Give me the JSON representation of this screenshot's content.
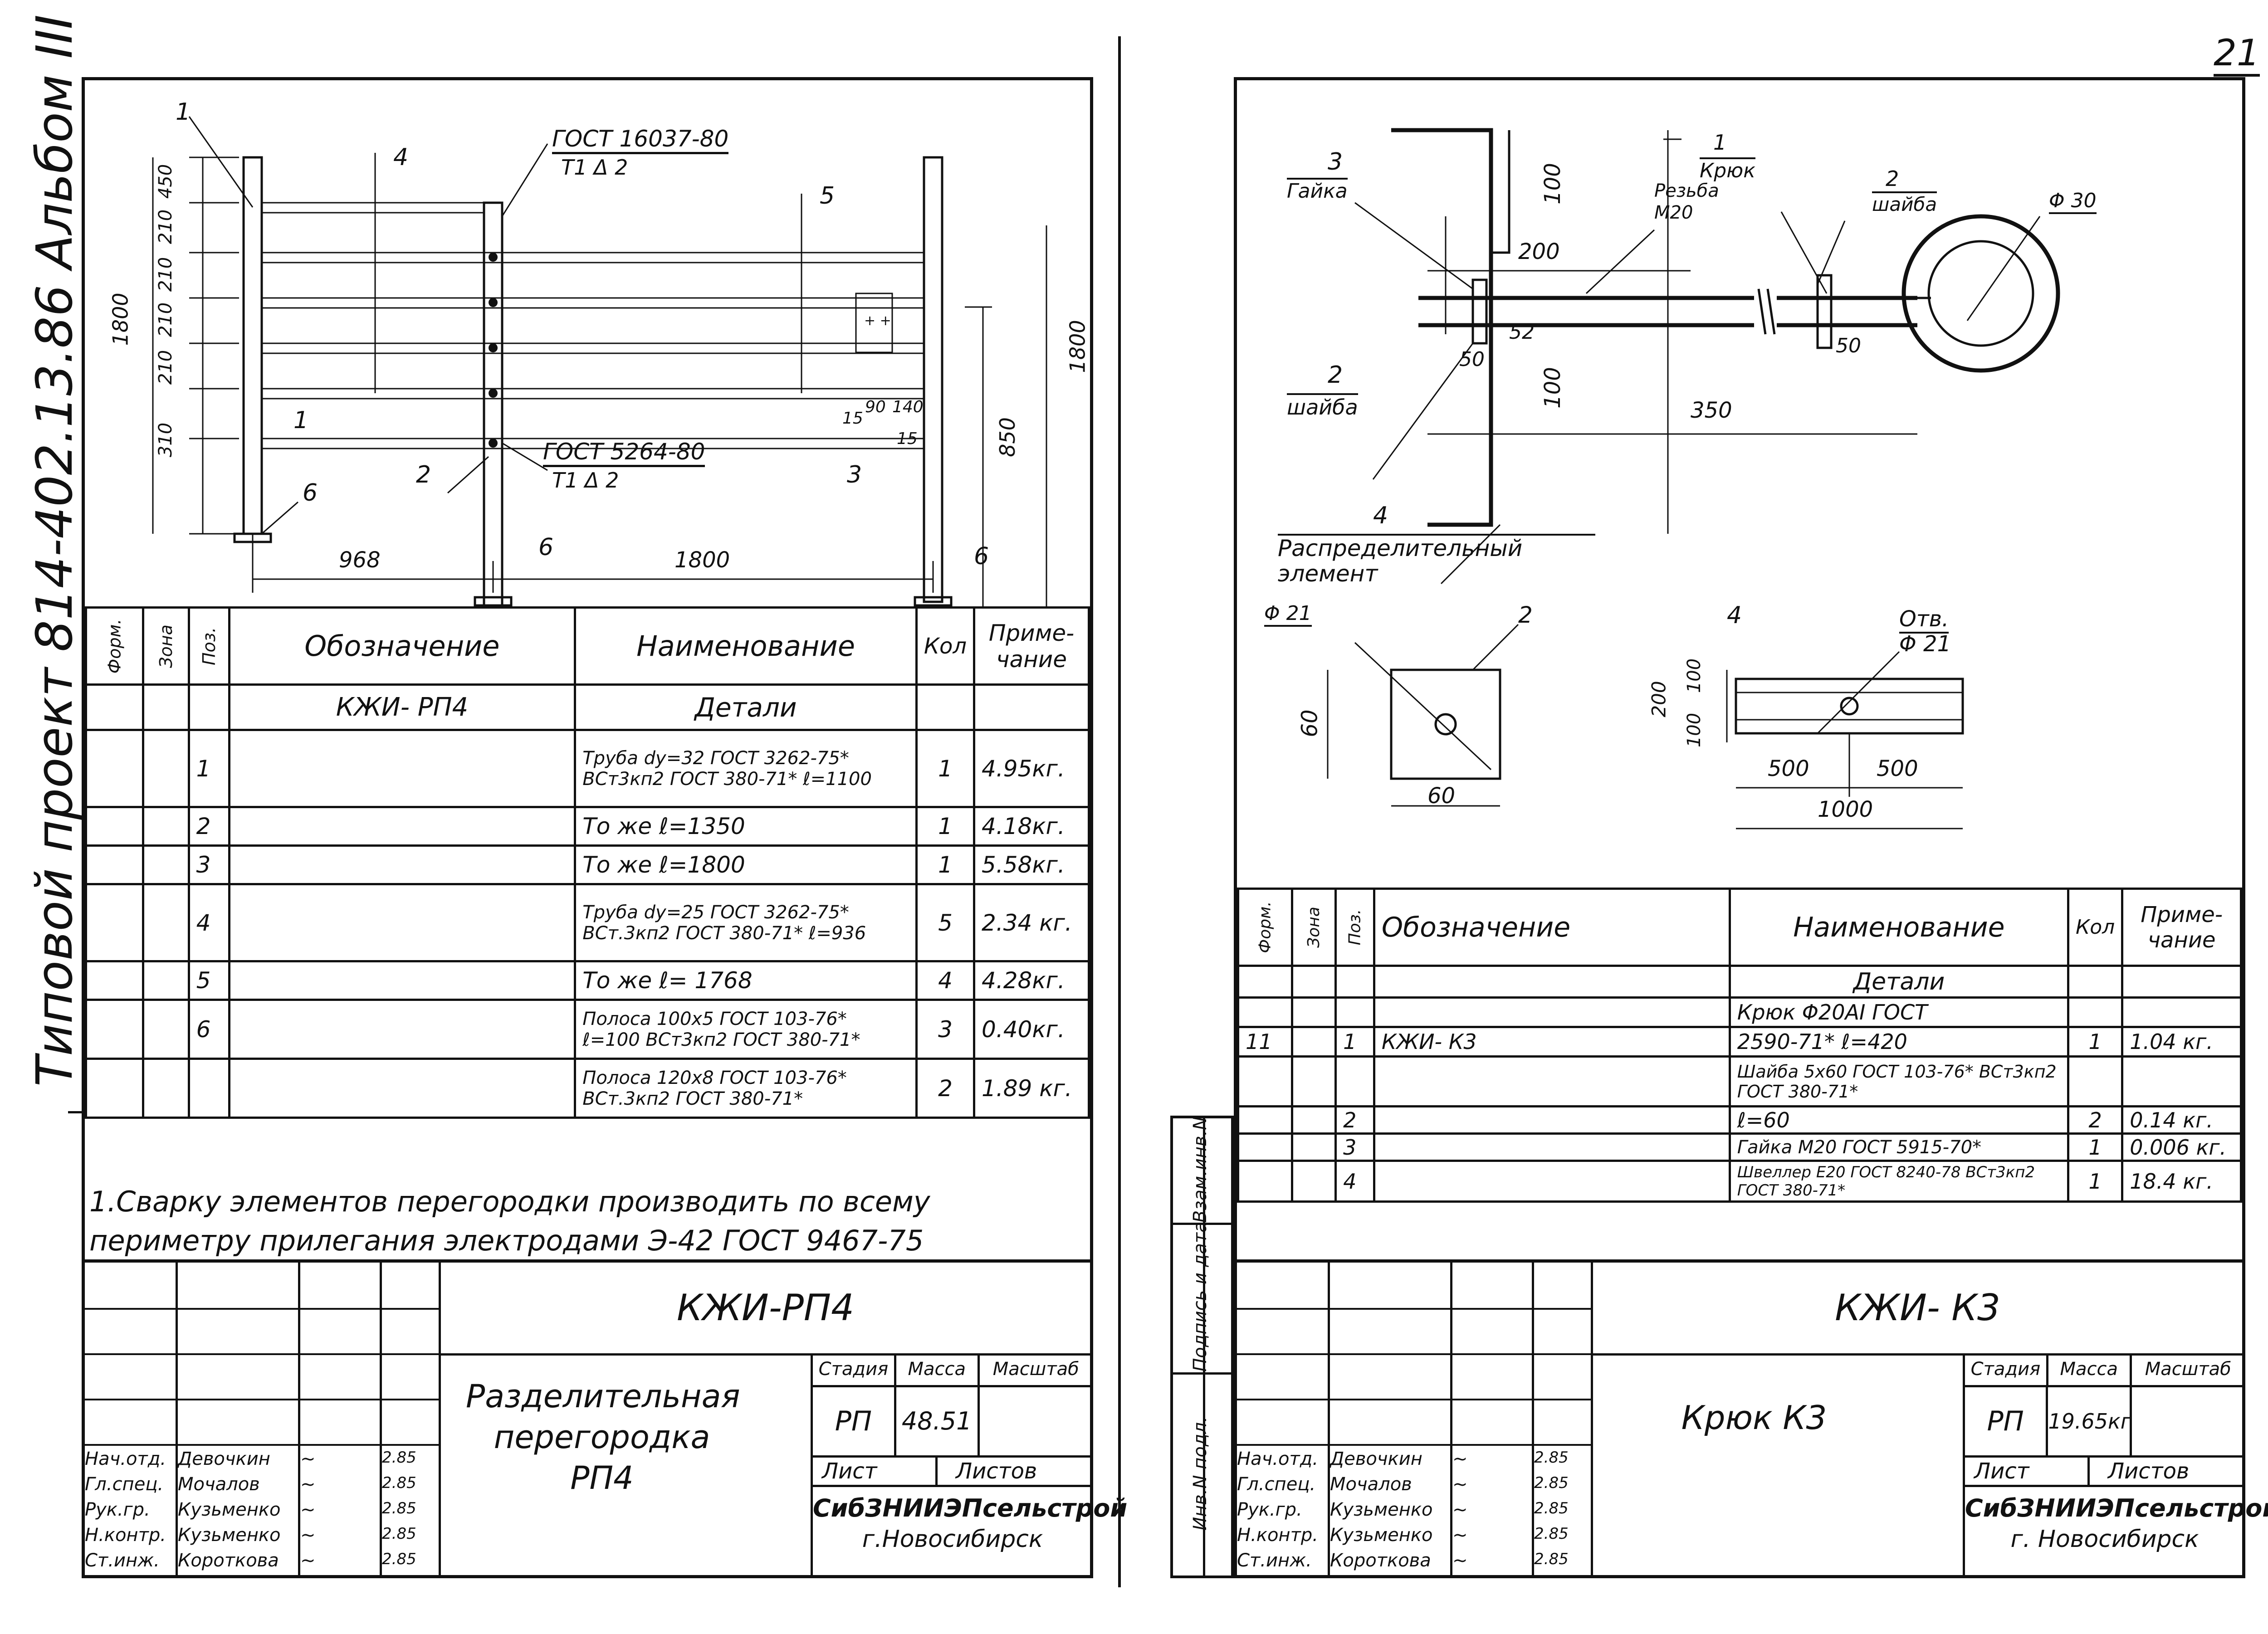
{
  "page_number": "21",
  "left_margin_note": "Типовой проект 814-402.13.86 Альбом III",
  "left_sheet": {
    "drawing": {
      "gost_top": "ГОСТ 16037-80",
      "weld_top": "Т1 Δ 2",
      "gost_bottom": "ГОСТ 5264-80",
      "weld_bottom": "Т1 Δ 2",
      "pos_labels": [
        "1",
        "4",
        "5",
        "1",
        "2",
        "6",
        "6",
        "3",
        "6"
      ],
      "dims_vertical": [
        "450",
        "210",
        "210",
        "210",
        "210",
        "310",
        "1800",
        "1800",
        "850"
      ],
      "dims_small": [
        "15",
        "90",
        "140",
        "15"
      ],
      "dims_horizontal": [
        "968",
        "1800"
      ]
    },
    "spec_table": {
      "headers": {
        "form": "Форм.",
        "zone": "Зона",
        "pos": "Поз.",
        "designation": "Обозначение",
        "name": "Наименование",
        "qty": "Кол",
        "note": "Приме-чание"
      },
      "designation_main": "КЖИ- РП4",
      "section": "Детали",
      "rows": [
        {
          "pos": "1",
          "name": "Труба dy=32 ГОСТ 3262-75* ВСт3кп2 ГОСТ 380-71* ℓ=1100",
          "qty": "1",
          "note": "4.95кг."
        },
        {
          "pos": "2",
          "name": "То же   ℓ=1350",
          "qty": "1",
          "note": "4.18кг."
        },
        {
          "pos": "3",
          "name": "То же   ℓ=1800",
          "qty": "1",
          "note": "5.58кг."
        },
        {
          "pos": "4",
          "name": "Труба dy=25 ГОСТ 3262-75* ВСт.3кп2 ГОСТ 380-71* ℓ=936",
          "qty": "5",
          "note": "2.34 кг."
        },
        {
          "pos": "5",
          "name": "То же    ℓ= 1768",
          "qty": "4",
          "note": "4.28кг."
        },
        {
          "pos": "6",
          "name": "Полоса 100x5 ГОСТ 103-76* ℓ=100 ВСт3кп2 ГОСТ 380-71*",
          "qty": "3",
          "note": "0.40кг."
        },
        {
          "pos": "",
          "name": "Полоса 120x8 ГОСТ 103-76* ВСт.3кп2 ГОСТ 380-71*",
          "qty": "2",
          "note": "1.89 кг."
        }
      ]
    },
    "note_text": "1.Сварку элементов перегородки производить по всему периметру прилегания электродами Э-42 ГОСТ 9467-75",
    "title_block": {
      "code": "КЖИ-РП4",
      "title": "Разделительная перегородка РП4",
      "stage_label": "Стадия",
      "mass_label": "Масса",
      "scale_label": "Масштаб",
      "stage": "РП",
      "mass": "48.51",
      "sheet_label": "Лист",
      "sheets_label": "Листов",
      "org": "СибЗНИИЭПсельстрой",
      "city": "г.Новосибирск",
      "signers": [
        {
          "role": "Нач.отд.",
          "name": "Девочкин",
          "date": "2.85"
        },
        {
          "role": "Гл.спец.",
          "name": "Мочалов",
          "date": "2.85"
        },
        {
          "role": "Рук.гр.",
          "name": "Кузьменко",
          "date": "2.85"
        },
        {
          "role": "Н.контр.",
          "name": "Кузьменко",
          "date": "2.85"
        },
        {
          "role": "Ст.инж.",
          "name": "Короткова",
          "date": "2.85"
        }
      ]
    }
  },
  "right_sheet": {
    "drawing": {
      "labels": {
        "nut_pos": "3",
        "nut_name": "Гайка",
        "hook_pos": "1",
        "hook_name": "Крюк",
        "thread": "Резьба М20",
        "washer_pos_top": "2",
        "washer_name_top": "шайба",
        "dia_hook": "Φ 30",
        "washer_pos_bottom": "2",
        "washer_name_bottom": "шайба",
        "element_pos": "4",
        "element_name": "Распределительный элемент"
      },
      "dims": [
        "100",
        "200",
        "52",
        "50",
        "50",
        "100",
        "350"
      ],
      "plate": {
        "dia": "Φ 21",
        "pos": "2",
        "h": "60",
        "w": "60"
      },
      "channel": {
        "pos": "4",
        "hole_label": "Отв.",
        "hole_dia": "Φ 21",
        "h_total": "200",
        "h_top": "100",
        "h_bottom": "100",
        "w1": "500",
        "w2": "500",
        "w_total": "1000"
      }
    },
    "spec_table": {
      "headers": {
        "form": "Форм.",
        "zone": "Зона",
        "pos": "Поз.",
        "designation": "Обозначение",
        "name": "Наименование",
        "qty": "Кол",
        "note": "Приме-чание"
      },
      "section": "Детали",
      "rows": [
        {
          "form": "",
          "pos": "",
          "designation": "",
          "name": "Крюк Φ20АI ГОСТ",
          "qty": "",
          "note": ""
        },
        {
          "form": "11",
          "pos": "1",
          "designation": "КЖИ- К3",
          "name": "2590-71*  ℓ=420",
          "qty": "1",
          "note": "1.04 кг."
        },
        {
          "form": "",
          "pos": "",
          "designation": "",
          "name": "Шайба 5x60 ГОСТ 103-76* ВСт3кп2 ГОСТ 380-71*",
          "qty": "",
          "note": ""
        },
        {
          "form": "",
          "pos": "2",
          "designation": "",
          "name": "ℓ=60",
          "qty": "2",
          "note": "0.14 кг."
        },
        {
          "form": "",
          "pos": "3",
          "designation": "",
          "name": "Гайка М20 ГОСТ 5915-70*",
          "qty": "1",
          "note": "0.006 кг."
        },
        {
          "form": "",
          "pos": "4",
          "designation": "",
          "name": "Швеллер Е20 ГОСТ 8240-78 ВСт3кп2 ГОСТ 380-71*",
          "qty": "1",
          "note": "18.4 кг."
        }
      ]
    },
    "side_stamp": [
      "Взам.инв.N",
      "Подпись и дата",
      "Инв.N подл."
    ],
    "title_block": {
      "code": "КЖИ- К3",
      "title": "Крюк К3",
      "stage_label": "Стадия",
      "mass_label": "Масса",
      "scale_label": "Масштаб",
      "stage": "РП",
      "mass": "19.65кг",
      "sheet_label": "Лист",
      "sheets_label": "Листов",
      "org": "СибЗНИИЭПсельстрой",
      "city": "г. Новосибирск",
      "signers": [
        {
          "role": "Нач.отд.",
          "name": "Девочкин",
          "date": "2.85"
        },
        {
          "role": "Гл.спец.",
          "name": "Мочалов",
          "date": "2.85"
        },
        {
          "role": "Рук.гр.",
          "name": "Кузьменко",
          "date": "2.85"
        },
        {
          "role": "Н.контр.",
          "name": "Кузьменко",
          "date": "2.85"
        },
        {
          "role": "Ст.инж.",
          "name": "Короткова",
          "date": "2.85"
        }
      ]
    }
  }
}
